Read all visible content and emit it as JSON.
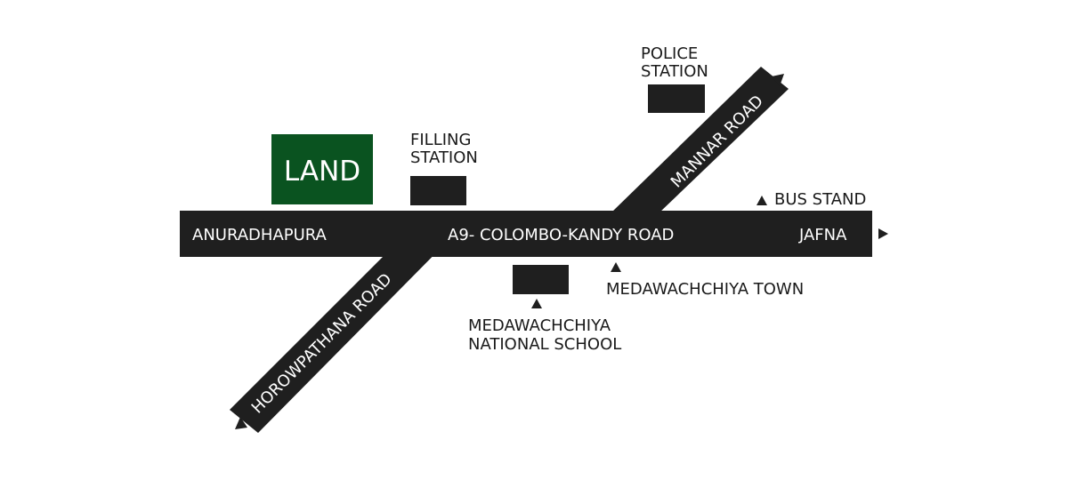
{
  "roads": {
    "main_west": "ANURADHAPURA",
    "main_center": "A9- COLOMBO-KANDY ROAD",
    "main_east": "JAFNA",
    "southwest": "HOROWPATHANA ROAD",
    "northeast": "MANNAR ROAD"
  },
  "landmarks": {
    "land": "LAND",
    "filling_station": [
      "FILLING",
      "STATION"
    ],
    "police_station": [
      "POLICE",
      "STATION"
    ],
    "bus_stand": "BUS STAND",
    "medawachchiya_town": "MEDAWACHCHIYA TOWN",
    "school": [
      "MEDAWACHCHIYA",
      "NATIONAL SCHOOL"
    ]
  },
  "colors": {
    "road": "#1f1f1f",
    "land": "#0a5320",
    "road_text": "#ffffff",
    "background": "#ffffff"
  }
}
